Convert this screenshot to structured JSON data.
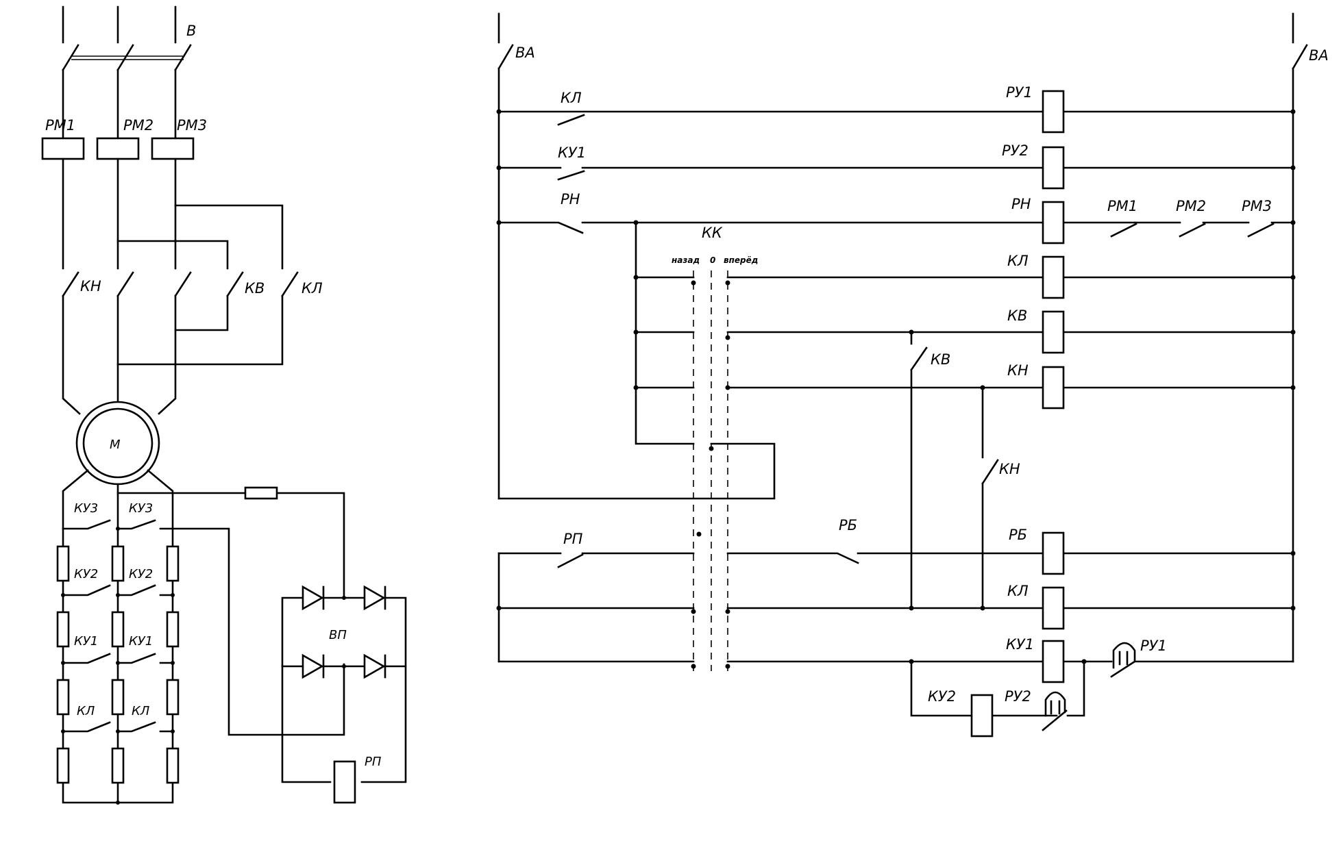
{
  "power_circuit": {
    "breaker": "В",
    "overload_relays": [
      "РМ1",
      "РМ2",
      "РМ3"
    ],
    "contactors": {
      "forward": "КН",
      "reverse": "КВ",
      "line": "КЛ"
    },
    "motor": "М",
    "acceleration_contacts": {
      "stage3": "КУ3",
      "stage2": "КУ2",
      "stage1": "КУ1",
      "line": "КЛ"
    },
    "rectifier": "ВП",
    "braking_relay": "РП"
  },
  "control_circuit": {
    "breaker": "ВА",
    "controller": {
      "name": "КК",
      "positions": {
        "back": "назад",
        "zero": "0",
        "forward": "вперёд"
      }
    },
    "rung_contacts": {
      "r1": "КЛ",
      "r2": "КУ1",
      "r3": "РН",
      "overload": [
        "РМ1",
        "РМ2",
        "РМ3"
      ],
      "kv_interlock": "КВ",
      "kn_interlock": "КН",
      "rp": "РП",
      "rb": "РБ",
      "time_ru1": "РУ1",
      "time_ru2": "РУ2"
    },
    "coils": {
      "ru1": "РУ1",
      "ru2": "РУ2",
      "rn": "РН",
      "kl1": "КЛ",
      "kv": "КВ",
      "kn": "КН",
      "rb": "РБ",
      "kl2": "КЛ",
      "ku1": "КУ1",
      "ku2": "КУ2"
    }
  }
}
